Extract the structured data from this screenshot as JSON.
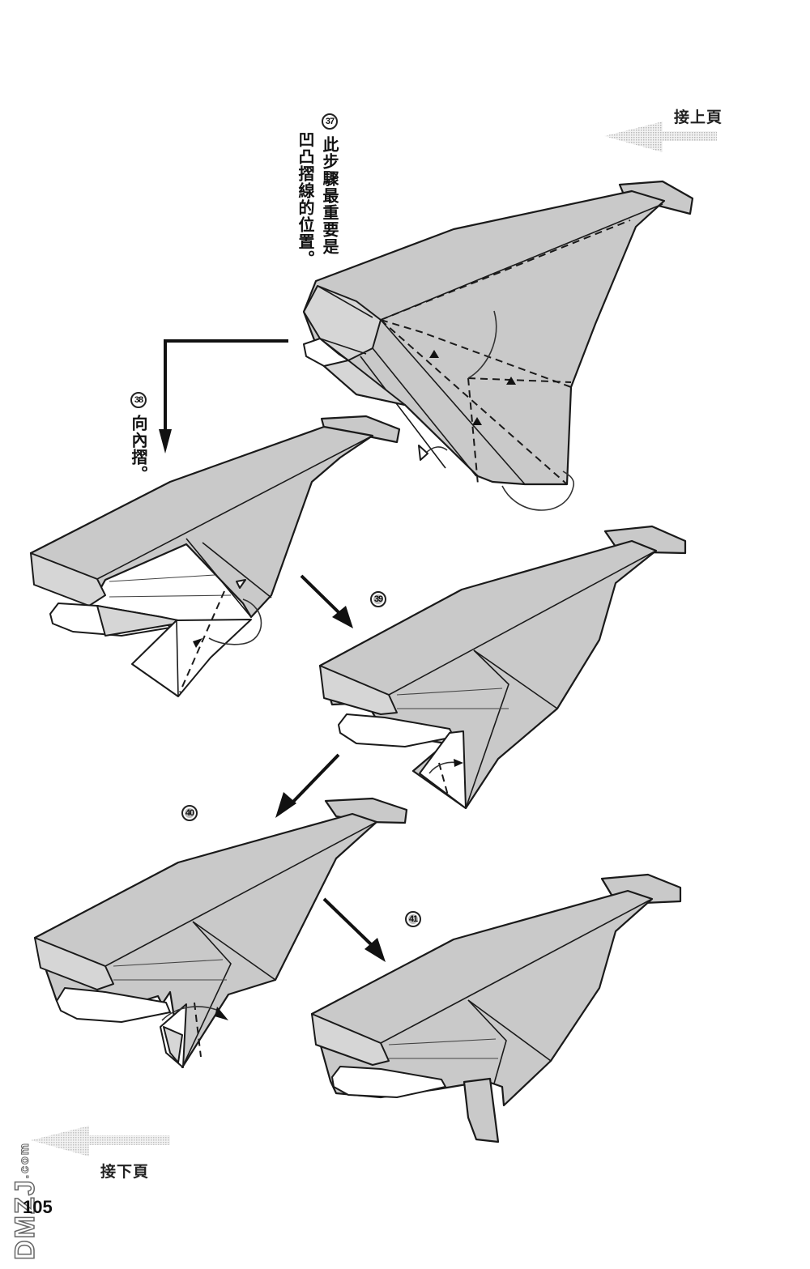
{
  "page": {
    "number": "105",
    "continue_from_label": "接上頁",
    "continue_to_label": "接下頁",
    "paper_color": "#c9c9c9",
    "line_color": "#1a1a1a"
  },
  "watermark": {
    "text": "DMZJ",
    "suffix": ".com"
  },
  "steps": [
    {
      "number": "37",
      "caption": "此步驟最重要是凹凸摺線的位置。",
      "caption_lines": [
        "此步驟最重要是",
        "凹凸摺線的位置",
        "。"
      ]
    },
    {
      "number": "38",
      "caption": "向內摺。",
      "caption_lines": [
        "向內摺",
        "。"
      ]
    },
    {
      "number": "39",
      "caption": ""
    },
    {
      "number": "40",
      "caption": ""
    },
    {
      "number": "41",
      "caption": ""
    }
  ],
  "icons": {
    "continue_from": "left-arrow-icon",
    "continue_to": "left-arrow-icon",
    "step_flow": "down-arrow-icon"
  }
}
